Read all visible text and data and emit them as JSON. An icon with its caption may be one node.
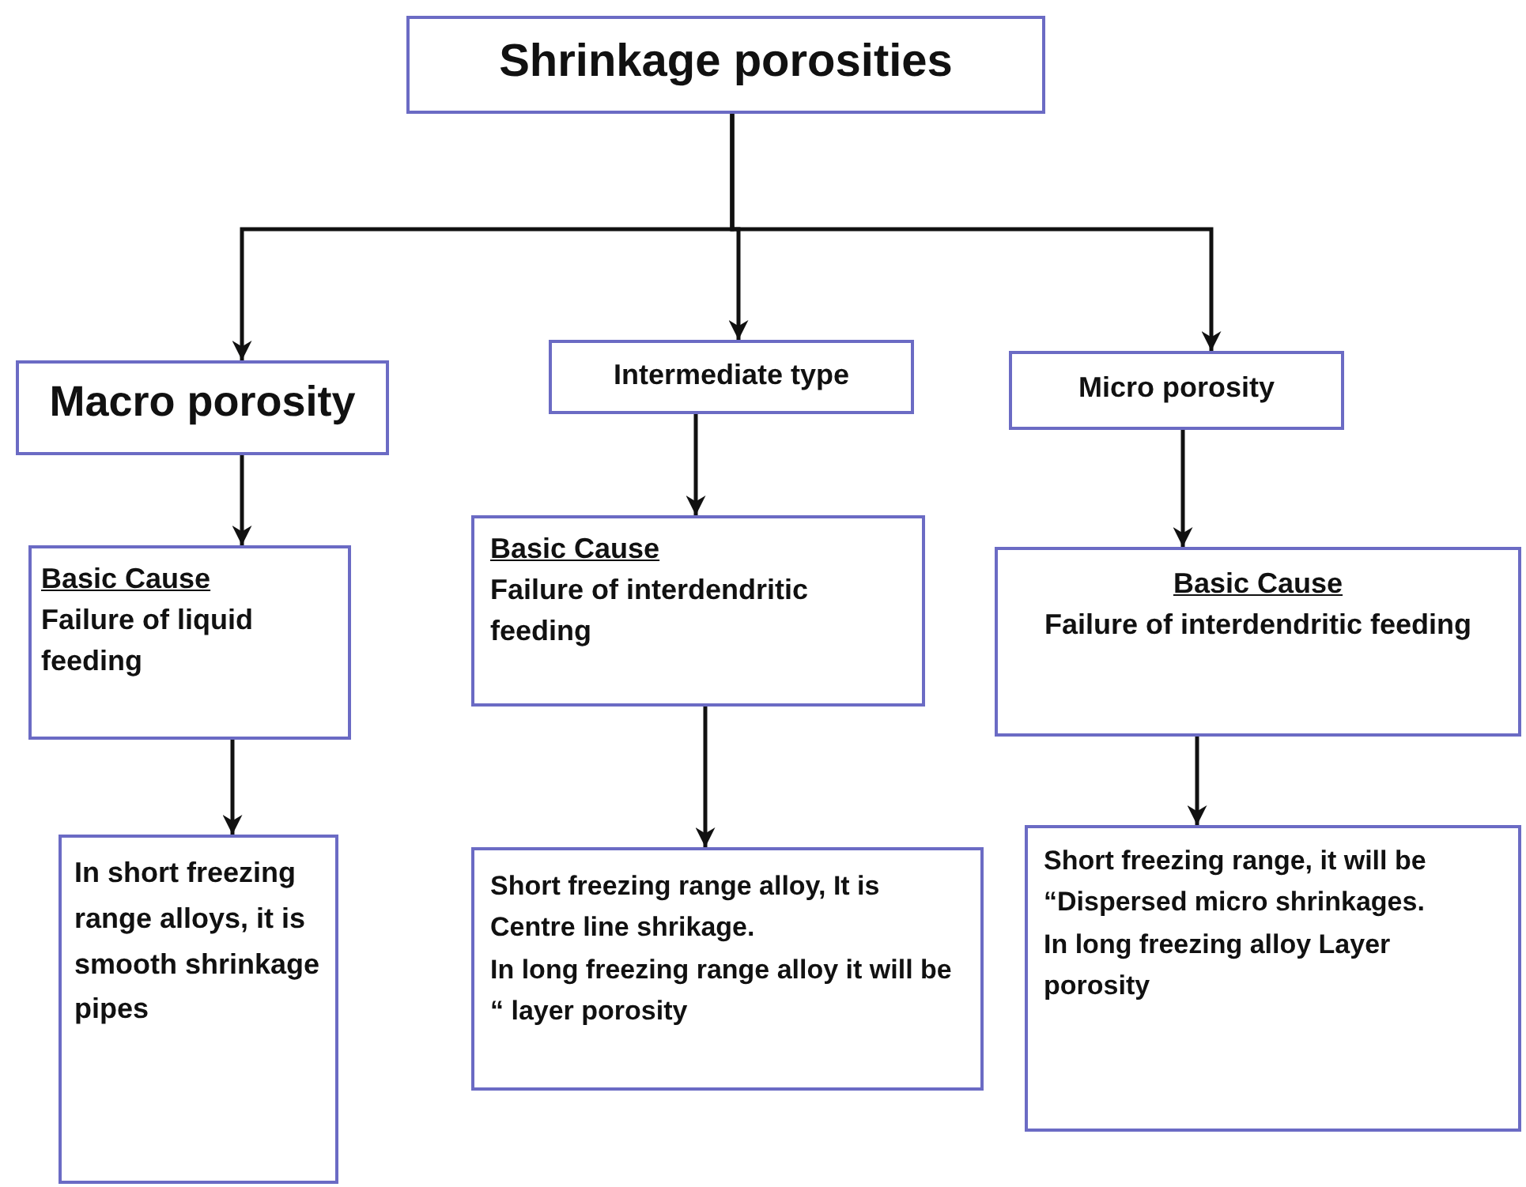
{
  "diagram": {
    "nodes": [
      {
        "text": [
          "Shrinkage porosities"
        ]
      },
      {
        "text": [
          "Macro porosity"
        ]
      },
      {
        "text": [
          "Intermediate type"
        ]
      },
      {
        "text": [
          "Micro porosity"
        ]
      },
      {
        "text": [
          "Basic Cause",
          "Failure of liquid feeding"
        ]
      },
      {
        "text": [
          "Basic Cause",
          "Failure of interdendritic feeding"
        ]
      },
      {
        "text": [
          "Basic Cause",
          "Failure of interdendritic feeding"
        ]
      },
      {
        "text": [
          "In short freezing range alloys, it is smooth shrinkage pipes"
        ]
      },
      {
        "text": [
          "Short freezing range alloy, It is Centre line shrikage.",
          "In long freezing range alloy it will be “ layer porosity"
        ]
      },
      {
        "text": [
          "Short freezing range, it will be “Dispersed micro shrinkages.",
          "In long freezing alloy Layer porosity"
        ]
      }
    ],
    "edges": [
      {
        "from": 0,
        "to": 1,
        "arrow": "to"
      },
      {
        "from": 0,
        "to": 2,
        "arrow": "to"
      },
      {
        "from": 0,
        "to": 3,
        "arrow": "to"
      },
      {
        "from": 1,
        "to": 4,
        "arrow": "to"
      },
      {
        "from": 2,
        "to": 5,
        "arrow": "to"
      },
      {
        "from": 3,
        "to": 6,
        "arrow": "to"
      },
      {
        "from": 4,
        "to": 7,
        "arrow": "to"
      },
      {
        "from": 5,
        "to": 8,
        "arrow": "to"
      },
      {
        "from": 6,
        "to": 9,
        "arrow": "to"
      }
    ]
  }
}
